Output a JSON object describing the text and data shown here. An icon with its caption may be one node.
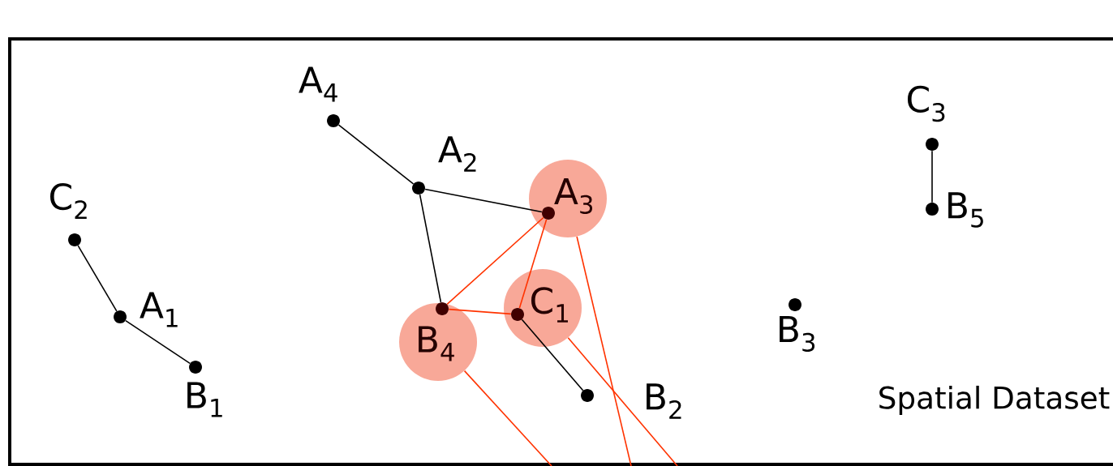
{
  "diagram": {
    "nodes": [
      {
        "text": [],
        "shape": "circle",
        "beside": [
          "C$_{2}$"
        ]
      },
      {
        "text": [],
        "shape": "circle",
        "beside": [
          "A$_{1}$"
        ]
      },
      {
        "text": [],
        "shape": "circle",
        "beside": [
          "B$_{1}$"
        ]
      },
      {
        "text": [],
        "shape": "circle",
        "beside": [
          "A$_{4}$"
        ]
      },
      {
        "text": [],
        "shape": "circle",
        "beside": [
          "A$_{2}$"
        ]
      },
      {
        "text": [
          "A$_{3}$"
        ]
      },
      {
        "text": [],
        "shape": "circle",
        "in": 5
      },
      {
        "text": [
          "C$_{1}$"
        ]
      },
      {
        "text": [],
        "shape": "circle",
        "in": 7
      },
      {
        "text": [
          "B$_{4}$"
        ]
      },
      {
        "text": [],
        "shape": "circle",
        "in": 9
      },
      {
        "text": [],
        "shape": "circle",
        "beside": [
          "B$_{2}$"
        ]
      },
      {
        "text": [],
        "shape": "circle",
        "beside": [
          "B$_{3}$"
        ]
      },
      {
        "text": [],
        "shape": "circle",
        "beside": [
          "C$_{3}$"
        ]
      },
      {
        "text": [],
        "shape": "circle",
        "beside": [
          "B$_{5}$"
        ]
      }
    ],
    "edges": [
      {
        "from": 0,
        "to": 1,
        "arrow": "none"
      },
      {
        "from": 1,
        "to": 2,
        "arrow": "none"
      },
      {
        "from": 3,
        "to": 4,
        "arrow": "none"
      },
      {
        "from": 4,
        "to": 6,
        "arrow": "none"
      },
      {
        "from": 4,
        "to": 10,
        "arrow": "none"
      },
      {
        "from": 8,
        "to": 11,
        "arrow": "none"
      },
      {
        "from": 13,
        "to": 14,
        "arrow": "none"
      },
      {
        "from": 10,
        "to": 6,
        "arrow": "none",
        "color": "#ff3300"
      },
      {
        "from": 10,
        "to": 8,
        "arrow": "none",
        "color": "#ff3300"
      },
      {
        "from": 8,
        "to": 6,
        "arrow": "none",
        "color": "#ff3300"
      },
      {
        "from": 5,
        "to": null,
        "arrow": "none",
        "color": "#ff3300"
      },
      {
        "from": 7,
        "to": null,
        "arrow": "none",
        "color": "#ff3300"
      },
      {
        "from": 9,
        "to": null,
        "arrow": "none",
        "color": "#ff3300"
      }
    ],
    "labels": [
      "Spatial Dataset"
    ]
  }
}
